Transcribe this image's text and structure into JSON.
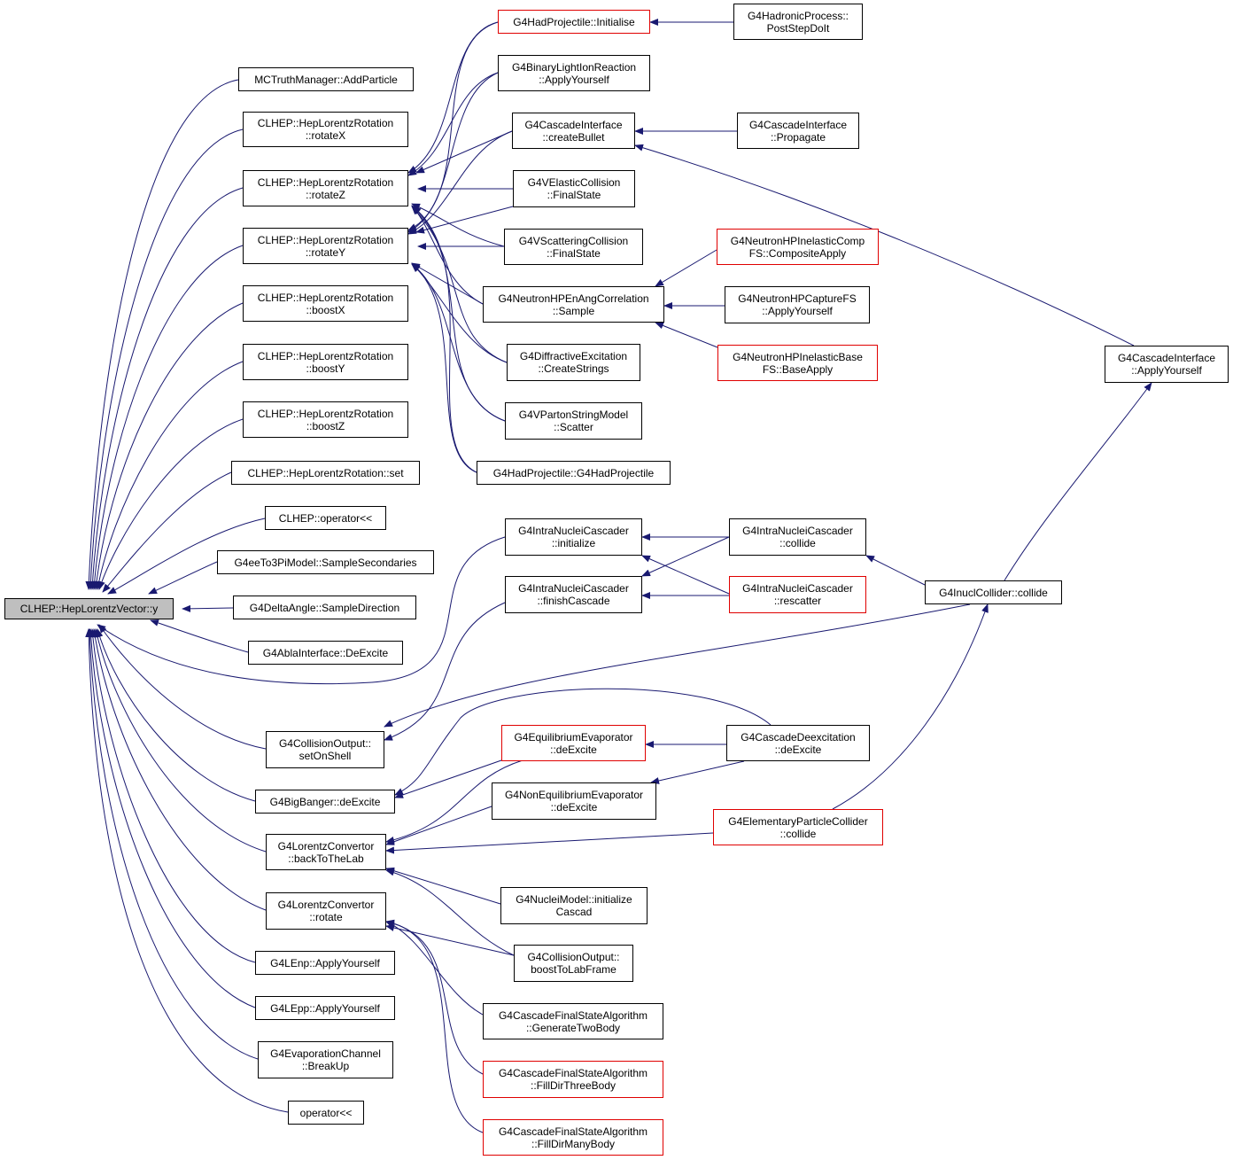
{
  "colors": {
    "edge": "#191970",
    "box_border": "#000000",
    "truncated_border": "#e00000",
    "root_fill": "#bfbfbf"
  },
  "nodes": {
    "root": "CLHEP::HepLorentzVector::y",
    "mctruth": "MCTruthManager::AddParticle",
    "rotx": "CLHEP::HepLorentzRotation\n::rotateX",
    "rotz": "CLHEP::HepLorentzRotation\n::rotateZ",
    "roty": "CLHEP::HepLorentzRotation\n::rotateY",
    "boostx": "CLHEP::HepLorentzRotation\n::boostX",
    "boosty": "CLHEP::HepLorentzRotation\n::boostY",
    "boostz": "CLHEP::HepLorentzRotation\n::boostZ",
    "set": "CLHEP::HepLorentzRotation::set",
    "oplt": "CLHEP::operator<<",
    "ee3pi": "G4eeTo3PiModel::SampleSecondaries",
    "delta": "G4DeltaAngle::SampleDirection",
    "abla": "G4AblaInterface::DeExcite",
    "setonshell": "G4CollisionOutput::\nsetOnShell",
    "bigbang": "G4BigBanger::deExcite",
    "backtolab": "G4LorentzConvertor\n::backToTheLab",
    "lcrotate": "G4LorentzConvertor\n::rotate",
    "lenp": "G4LEnp::ApplyYourself",
    "lepp": "G4LEpp::ApplyYourself",
    "evapch": "G4EvaporationChannel\n::BreakUp",
    "oplt2": "operator<<",
    "hadinit": "G4HadProjectile::Initialise",
    "binlight": "G4BinaryLightIonReaction\n::ApplyYourself",
    "cascbullet": "G4CascadeInterface\n::createBullet",
    "velastic": "G4VElasticCollision\n::FinalState",
    "vscatt": "G4VScatteringCollision\n::FinalState",
    "nhpenang": "G4NeutronHPEnAngCorrelation\n::Sample",
    "diffr": "G4DiffractiveExcitation\n::CreateStrings",
    "vparton": "G4VPartonStringModel\n::Scatter",
    "hadproj": "G4HadProjectile::G4HadProjectile",
    "intrainit": "G4IntraNucleiCascader\n::initialize",
    "intrafinish": "G4IntraNucleiCascader\n::finishCascade",
    "eqevap": "G4EquilibriumEvaporator\n::deExcite",
    "noneq": "G4NonEquilibriumEvaporator\n::deExcite",
    "nucleimodel": "G4NucleiModel::initialize\nCascad",
    "boostlab": "G4CollisionOutput::\nboostToLabFrame",
    "gen2body": "G4CascadeFinalStateAlgorithm\n::GenerateTwoBody",
    "fill3": "G4CascadeFinalStateAlgorithm\n::FillDirThreeBody",
    "fillmany": "G4CascadeFinalStateAlgorithm\n::FillDirManyBody",
    "hadproc": "G4HadronicProcess::\nPostStepDoIt",
    "cascprop": "G4CascadeInterface\n::Propagate",
    "nhpcomp": "G4NeutronHPInelasticComp\nFS::CompositeApply",
    "nhpcapt": "G4NeutronHPCaptureFS\n::ApplyYourself",
    "nhpbase": "G4NeutronHPInelasticBase\nFS::BaseApply",
    "intracoll": "G4IntraNucleiCascader\n::collide",
    "intraresc": "G4IntraNucleiCascader\n::rescatter",
    "cascdeex": "G4CascadeDeexcitation\n::deExcite",
    "elemcoll": "G4ElementaryParticleCollider\n::collide",
    "cascapply": "G4CascadeInterface\n::ApplyYourself",
    "inuclcoll": "G4InuclCollider::collide"
  }
}
